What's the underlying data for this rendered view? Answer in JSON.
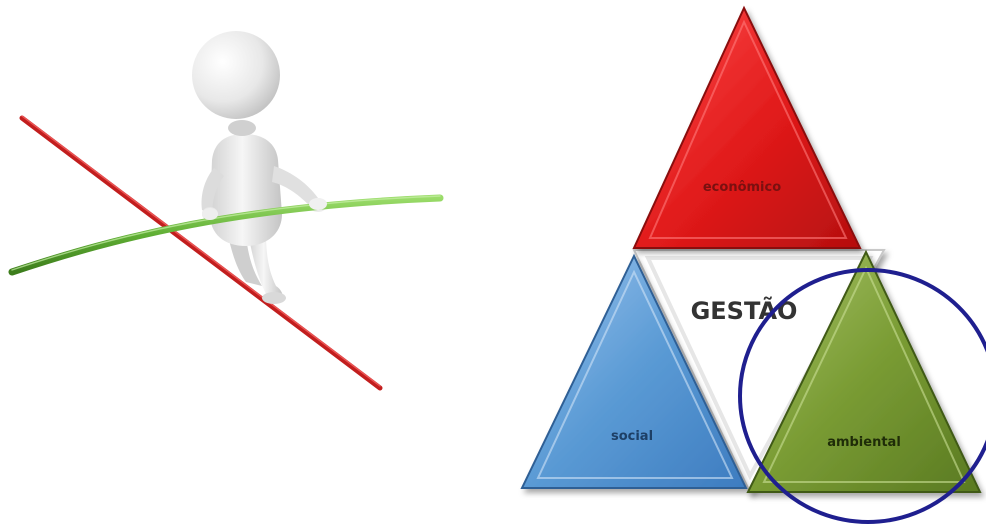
{
  "diagram": {
    "labels": {
      "top": "econômico",
      "center": "GESTÃO",
      "left": "social",
      "right": "ambiental"
    },
    "colors": {
      "top": "#e01a1a",
      "left": "#5b9bd5",
      "right": "#6e8f2c",
      "center": "#ffffff",
      "highlight_circle": "#1f1f8f",
      "rope": "#c21e1e",
      "balance_pole": "#5fae34",
      "figure": "#eeeeee"
    }
  },
  "illustration": {
    "subject": "tightrope-walker",
    "icons": [
      "figure-icon",
      "rope-icon",
      "balance-pole-icon"
    ]
  }
}
